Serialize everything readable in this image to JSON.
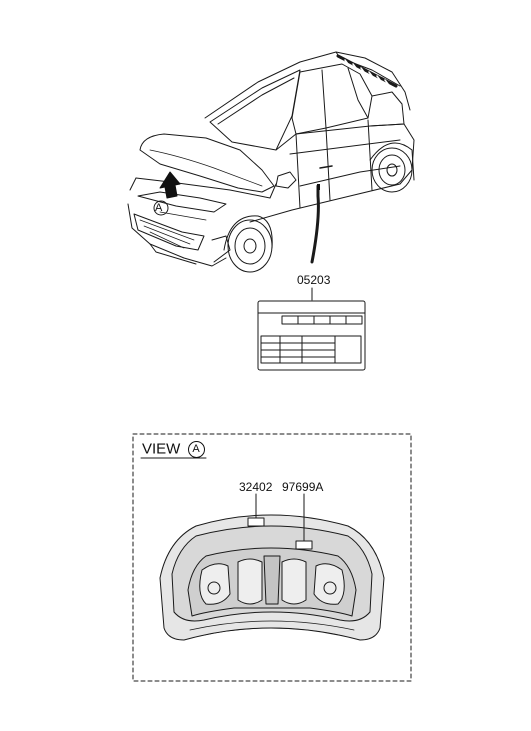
{
  "callout_letter": "A",
  "view": {
    "word": "VIEW",
    "letter": "A"
  },
  "parts": {
    "label_part": "05203",
    "hood_part_left": "32402",
    "hood_part_right": "97699A"
  },
  "colors": {
    "line": "#1a1a1a",
    "hood_fill": "#e4e4e4",
    "hood_inner": "#d2d2d2",
    "arrow": "#111111"
  }
}
